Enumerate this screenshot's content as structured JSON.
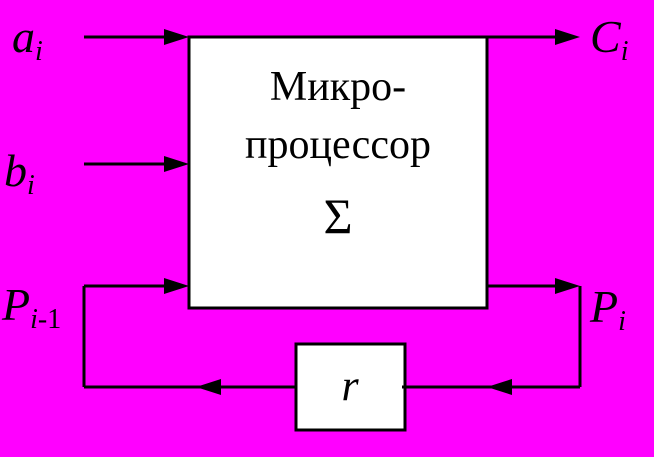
{
  "colors": {
    "background": "#ff00ff",
    "box_fill": "#ffffff",
    "stroke": "#000000"
  },
  "block": {
    "title_line1": "Микро-",
    "title_line2": "процессор",
    "symbol": "Σ"
  },
  "register": {
    "label": "r"
  },
  "inputs": {
    "a": {
      "main": "a",
      "sub": "i"
    },
    "b": {
      "main": "b",
      "sub": "i"
    },
    "p_prev": {
      "main": "P",
      "sub": "i",
      "suffix": "-1"
    }
  },
  "outputs": {
    "c": {
      "main": "C",
      "sub": "i"
    },
    "p": {
      "main": "P",
      "sub": "i"
    }
  }
}
